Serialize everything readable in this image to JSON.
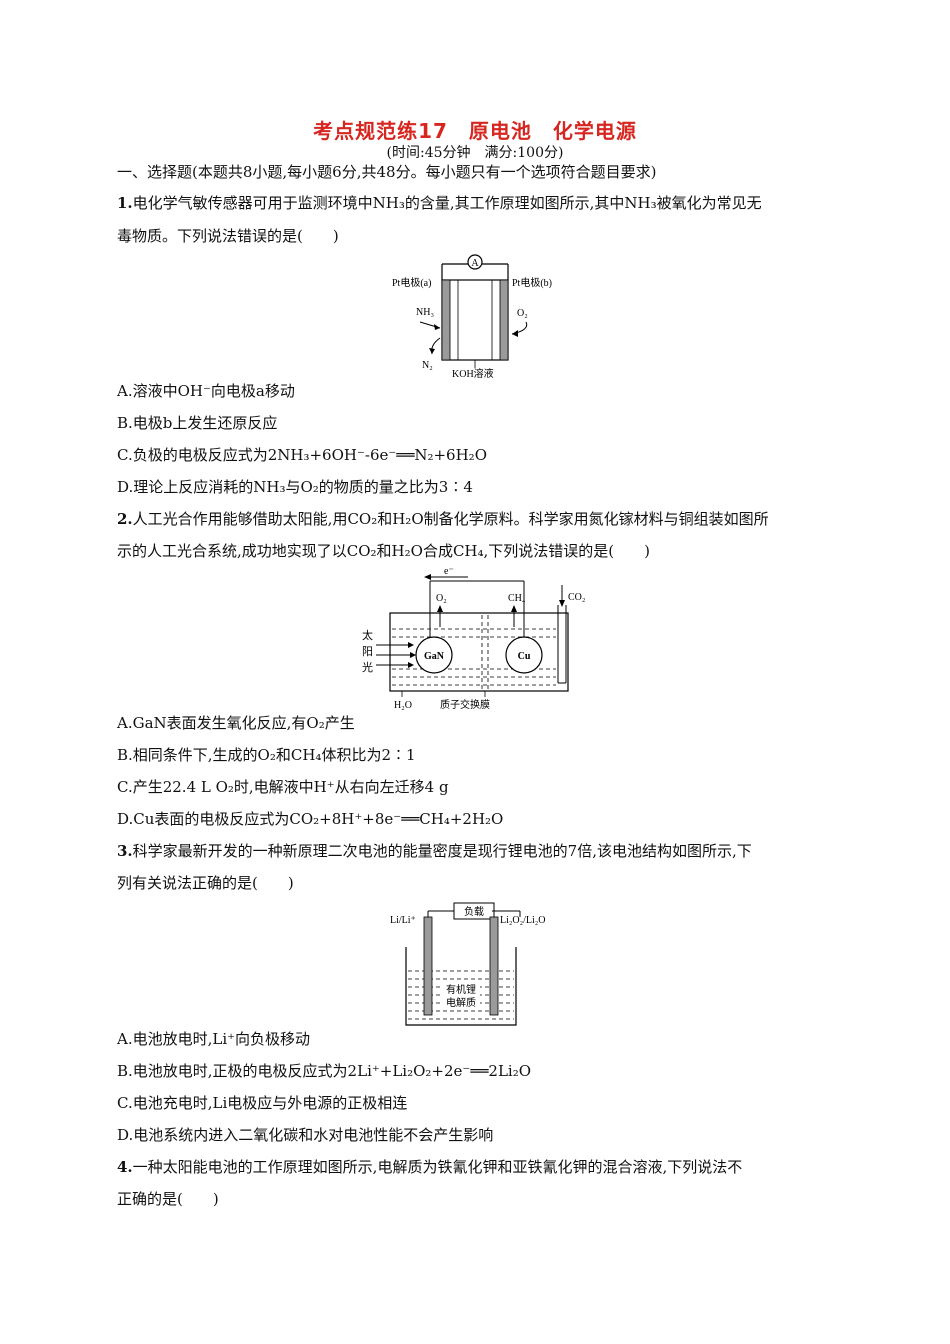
{
  "header": {
    "title": "考点规范练17　原电池　化学电源",
    "subtitle": "(时间:45分钟　满分:100分)"
  },
  "section": {
    "heading": "一、选择题(本题共8小题,每小题6分,共48分。每小题只有一个选项符合题目要求)"
  },
  "questions": [
    {
      "number": "1.",
      "stem_line1": "电化学气敏传感器可用于监测环境中NH₃的含量,其工作原理如图所示,其中NH₃被氧化为常见无",
      "stem_line2": "毒物质。下列说法错误的是(　　)",
      "figure": {
        "ammeter": "A",
        "left_electrode": "Pt电极(a)",
        "right_electrode": "Pt电极(b)",
        "left_in": "NH₃",
        "left_out": "N₂",
        "right_in": "O₂",
        "electrolyte": "KOH溶液"
      },
      "options": [
        "A.溶液中OH⁻向电极a移动",
        "B.电极b上发生还原反应",
        "C.负极的电极反应式为2NH₃+6OH⁻-6e⁻══N₂+6H₂O",
        "D.理论上反应消耗的NH₃与O₂的物质的量之比为3∶4"
      ]
    },
    {
      "number": "2.",
      "stem_line1": "人工光合作用能够借助太阳能,用CO₂和H₂O制备化学原料。科学家用氮化镓材料与铜组装如图所",
      "stem_line2": "示的人工光合系统,成功地实现了以CO₂和H₂O合成CH₄,下列说法错误的是(　　)",
      "figure": {
        "electron": "e⁻",
        "o2": "O₂",
        "ch4": "CH₄",
        "co2": "CO₂",
        "sun1": "太",
        "sun2": "阳",
        "sun3": "光",
        "gan": "GaN",
        "cu": "Cu",
        "h2o": "H₂O",
        "membrane": "质子交换膜"
      },
      "options": [
        "A.GaN表面发生氧化反应,有O₂产生",
        "B.相同条件下,生成的O₂和CH₄体积比为2∶1",
        "C.产生22.4 L O₂时,电解液中H⁺从右向左迁移4 g",
        "D.Cu表面的电极反应式为CO₂+8H⁺+8e⁻══CH₄+2H₂O"
      ]
    },
    {
      "number": "3.",
      "stem_line1": "科学家最新开发的一种新原理二次电池的能量密度是现行锂电池的7倍,该电池结构如图所示,下",
      "stem_line2": "列有关说法正确的是(　　)",
      "figure": {
        "load": "负载",
        "left_label": "Li/Li⁺",
        "right_label": "Li₂O₂/Li₂O",
        "electrolyte_line1": "有机锂",
        "electrolyte_line2": "电解质"
      },
      "options": [
        "A.电池放电时,Li⁺向负极移动",
        "B.电池放电时,正极的电极反应式为2Li⁺+Li₂O₂+2e⁻══2Li₂O",
        "C.电池充电时,Li电极应与外电源的正极相连",
        "D.电池系统内进入二氧化碳和水对电池性能不会产生影响"
      ]
    },
    {
      "number": "4.",
      "stem_line1": "一种太阳能电池的工作原理如图所示,电解质为铁氰化钾和亚铁氰化钾的混合溶液,下列说法不",
      "stem_line2": "正确的是(　　)"
    }
  ]
}
